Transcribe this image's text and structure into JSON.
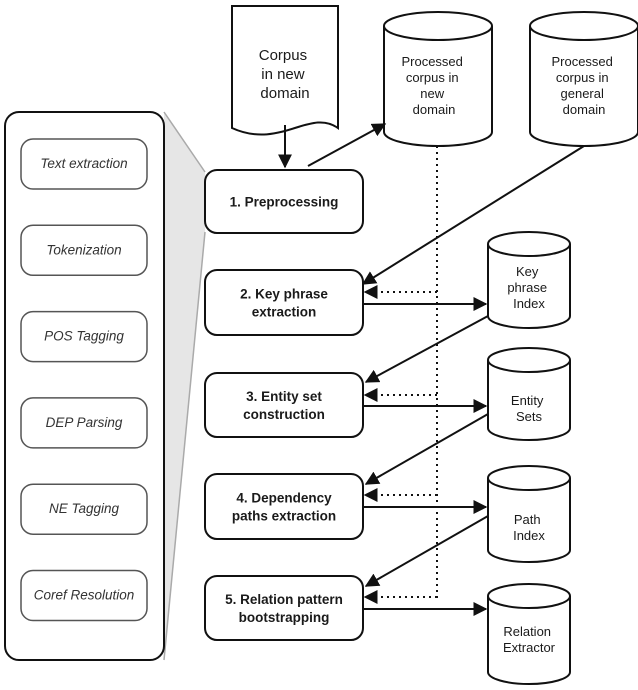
{
  "corpus_doc": {
    "lines": [
      "Corpus",
      "in new",
      "domain"
    ]
  },
  "stores": {
    "processed_new": {
      "lines": [
        "Processed",
        "corpus in",
        "new",
        "domain"
      ]
    },
    "processed_general": {
      "lines": [
        "Processed",
        "corpus in",
        "general",
        "domain"
      ]
    },
    "key_phrase_index": {
      "lines": [
        "Key",
        "phrase",
        "Index"
      ]
    },
    "entity_sets": {
      "lines": [
        "Entity",
        "Sets"
      ]
    },
    "path_index": {
      "lines": [
        "Path",
        "Index"
      ]
    },
    "relation_extractor": {
      "lines": [
        "Relation",
        "Extractor"
      ]
    }
  },
  "steps": [
    {
      "lines": [
        "1. Preprocessing"
      ]
    },
    {
      "lines": [
        "2. Key phrase",
        "extraction"
      ]
    },
    {
      "lines": [
        "3. Entity set",
        "construction"
      ]
    },
    {
      "lines": [
        "4. Dependency",
        "paths extraction"
      ]
    },
    {
      "lines": [
        "5. Relation pattern",
        "bootstrapping"
      ]
    }
  ],
  "substeps": [
    "Text extraction",
    "Tokenization",
    "POS Tagging",
    "DEP Parsing",
    "NE Tagging",
    "Coref Resolution"
  ]
}
